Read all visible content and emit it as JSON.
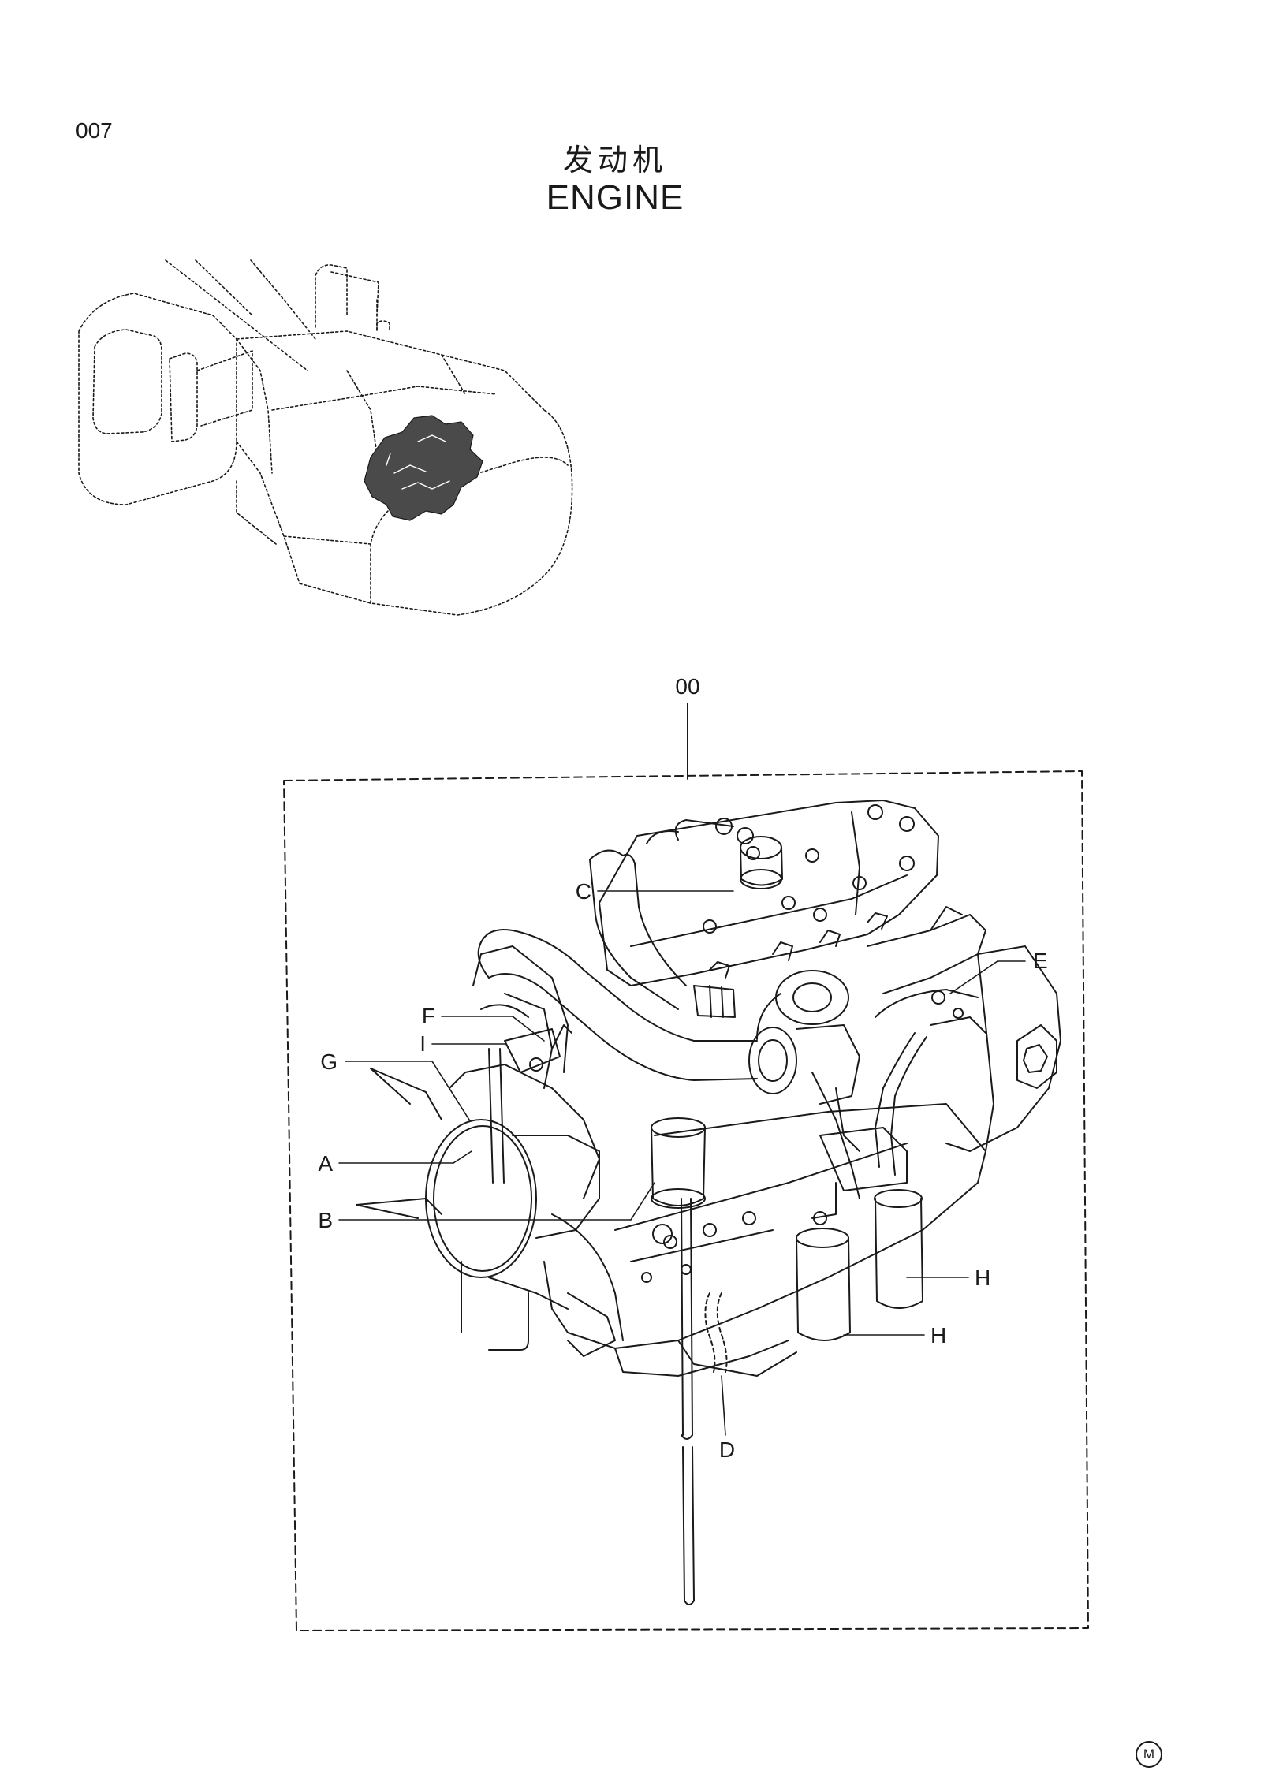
{
  "page": {
    "number": "007",
    "title_cn": "发动机",
    "title_en": "ENGINE",
    "corner_mark": "M"
  },
  "diagram": {
    "assembly_label": "00",
    "callouts": [
      "C",
      "E",
      "F",
      "I",
      "G",
      "A",
      "B",
      "H",
      "H",
      "D"
    ]
  }
}
